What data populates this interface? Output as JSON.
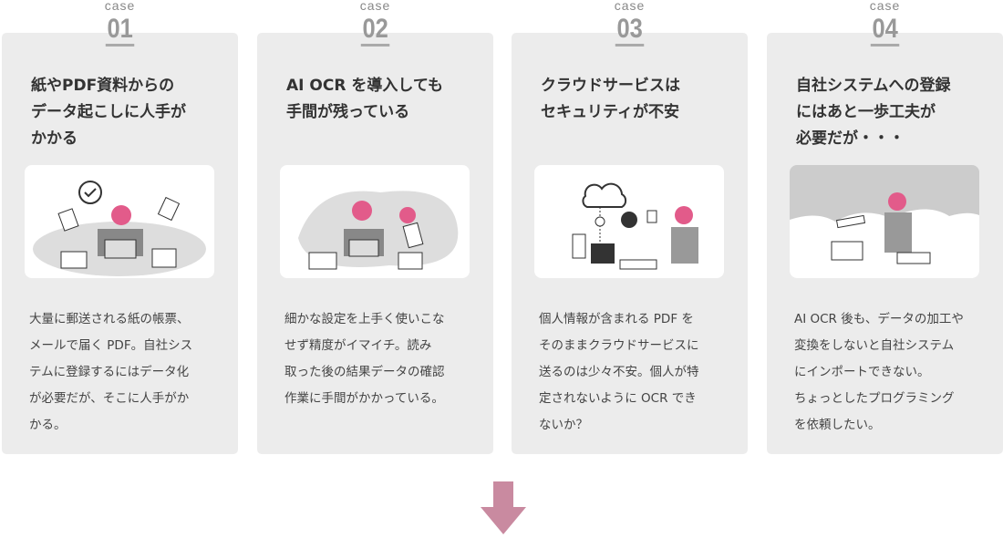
{
  "cases": [
    {
      "label": "case",
      "number": "01",
      "title": "紙やPDF資料からの\nデータ起こしに人手が\nかかる",
      "body": "大量に郵送される紙の帳票、\nメールで届く PDF。自社シス\nテムに登録するにはデータ化\nが必要だが、そこに人手がか\nかる。"
    },
    {
      "label": "case",
      "number": "02",
      "title": "AI OCR を導入しても\n手間が残っている",
      "body": "細かな設定を上手く使いこな\nせず精度がイマイチ。読み\n取った後の結果データの確認\n作業に手間がかかっている。"
    },
    {
      "label": "case",
      "number": "03",
      "title": "クラウドサービスは\nセキュリティが不安",
      "body": "個人情報が含まれる PDF を\nそのままクラウドサービスに\n送るのは少々不安。個人が特\n定されないように OCR でき\nないか？"
    },
    {
      "label": "case",
      "number": "04",
      "title": "自社システムへの登録\nにはあと一歩工夫が\n必要だが・・・",
      "body": "AI OCR 後も、データの加工や\n変換をしないと自社システム\nにインポートできない。\nちょっとしたプログラミング\nを依頼したい。"
    }
  ],
  "colors": {
    "card": "#ececec",
    "accent_pink": "#e25b8a",
    "arrow": "#c98aa0"
  }
}
